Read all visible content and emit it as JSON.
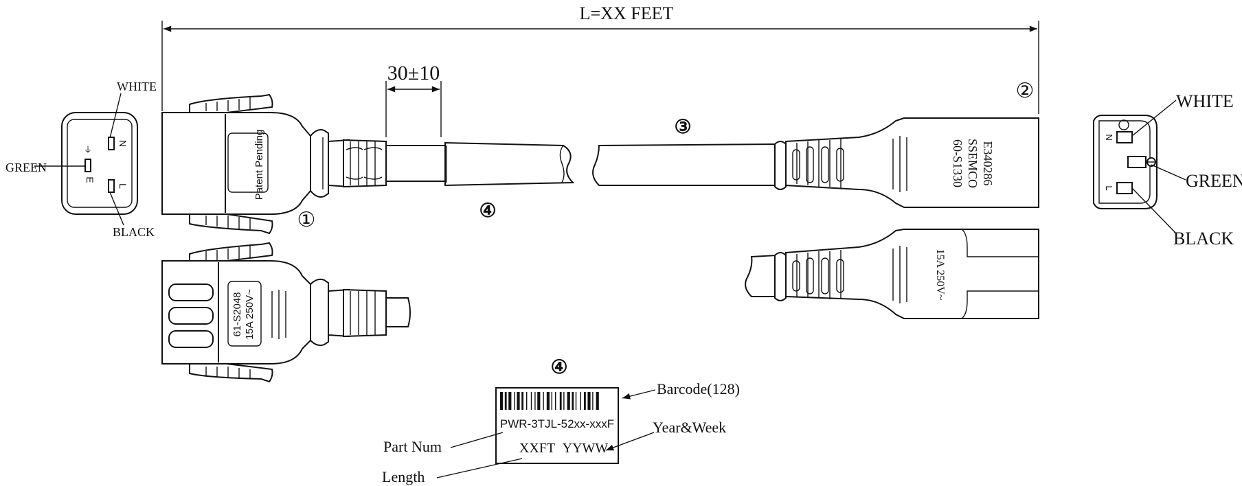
{
  "dimensions": {
    "overall_length": "L=XX FEET",
    "strip_length": "30±10"
  },
  "callouts": {
    "c1": "①",
    "c2": "②",
    "c3": "③",
    "c4_cable": "④",
    "c4_label": "④"
  },
  "left_face": {
    "wire_white": "WHITE",
    "wire_green": "GREEN",
    "wire_black": "BLACK",
    "pin_n": "N",
    "pin_l": "L",
    "pin_e": "E",
    "ground_symbol": "⏚"
  },
  "c19_top": {
    "molding_text": "Patent Pending"
  },
  "c19_bottom": {
    "spec_line1": "61-S2048",
    "spec_line2": "15A 250V~"
  },
  "c14_top": {
    "line1": "E340286",
    "line2": "SSEMCO",
    "line3": "60-S1330"
  },
  "c14_bottom": {
    "rating": "15A 250V~"
  },
  "right_face": {
    "wire_white": "WHITE",
    "wire_green": "GREEN",
    "wire_black": "BLACK",
    "pin_n": "N",
    "pin_l": "L"
  },
  "label": {
    "part_number": "PWR-3TJL-52xx-xxxF",
    "length_code": "XXFT",
    "date_code": "YYWW",
    "barcode_callout": "Barcode(128)",
    "year_week_callout": "Year&Week",
    "part_num_callout": "Part Num",
    "length_callout": "Length"
  }
}
